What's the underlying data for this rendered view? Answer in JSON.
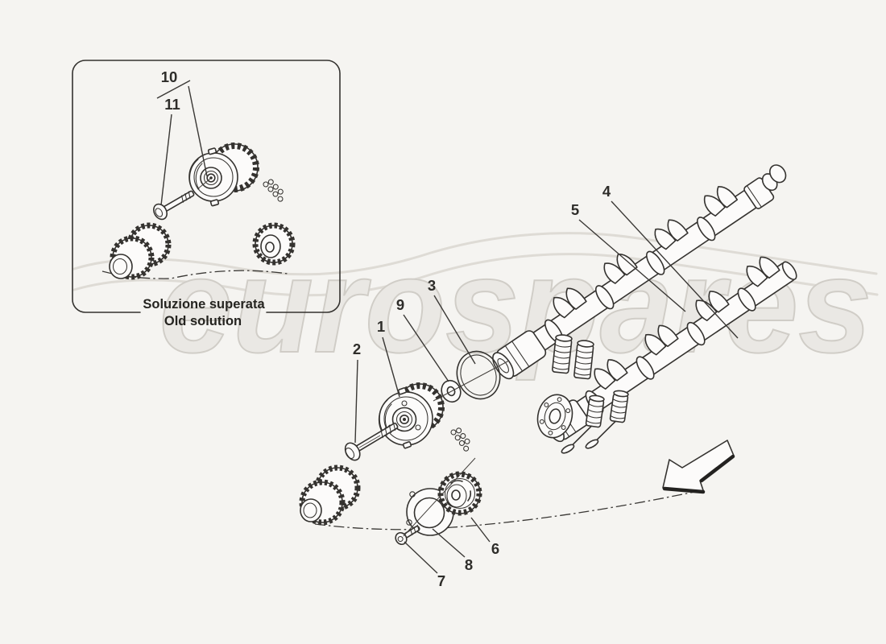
{
  "page": {
    "background_color": "#f5f4f1",
    "artwork_line_color": "#34322f"
  },
  "watermark": {
    "text": "eurospares",
    "fill_color": "#eae8e4",
    "outline_color": "#d0cdc7"
  },
  "inset": {
    "caption_line1": "Soluzione superata",
    "caption_line2": "Old solution"
  },
  "callouts": {
    "1": "1",
    "2": "2",
    "3": "3",
    "4": "4",
    "5": "5",
    "6": "6",
    "7": "7",
    "8": "8",
    "9": "9",
    "10": "10",
    "11": "11"
  }
}
